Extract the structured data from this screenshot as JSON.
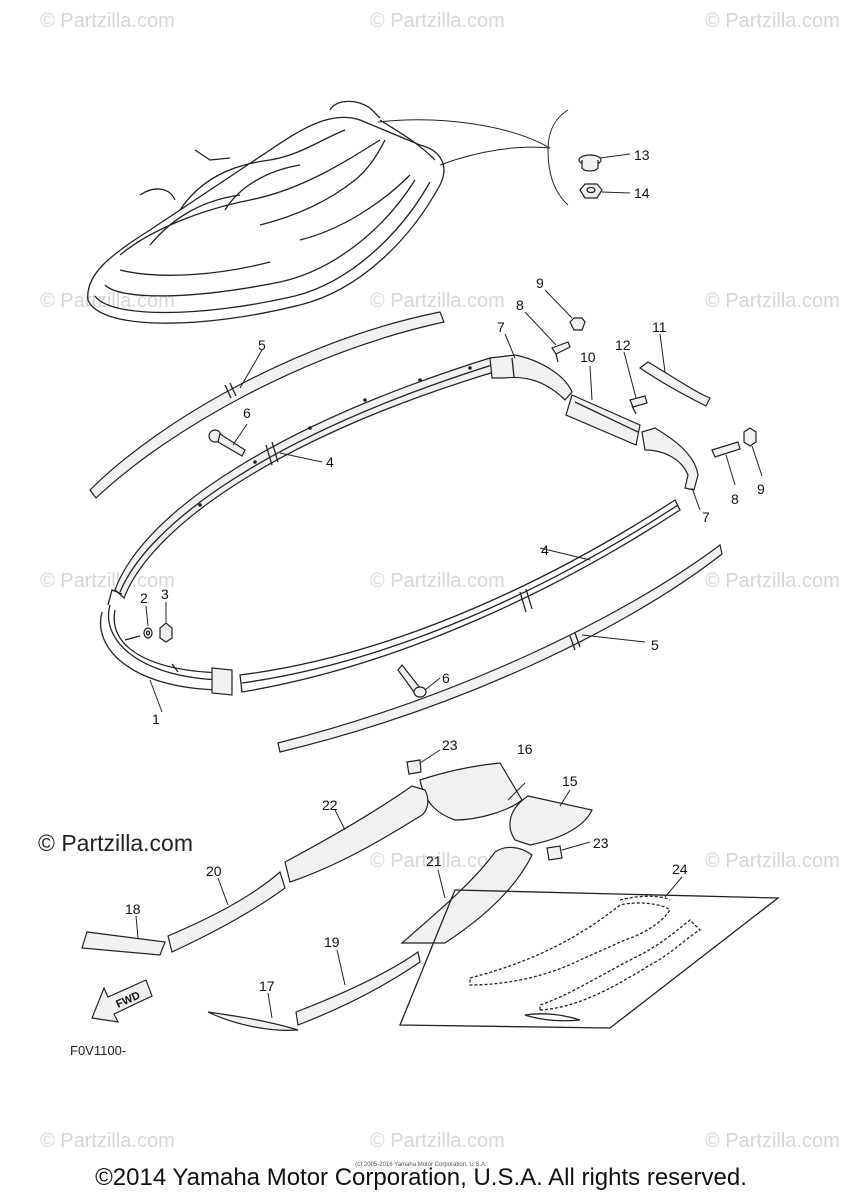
{
  "watermark_text": "© Partzilla.com",
  "brand_text": "© Partzilla.com",
  "diagram_code": "F0V1100-",
  "fwd_label": "FWD",
  "copyright": "©2014 Yamaha Motor Corporation, U.S.A. All rights reserved.",
  "small_copyright": "(c) 2005-2016 Yamaha Motor Corporation, U.S.A.",
  "callouts": [
    {
      "id": "c13",
      "label": "13"
    },
    {
      "id": "c14",
      "label": "14"
    },
    {
      "id": "c9a",
      "label": "9"
    },
    {
      "id": "c8a",
      "label": "8"
    },
    {
      "id": "c7a",
      "label": "7"
    },
    {
      "id": "c11",
      "label": "11"
    },
    {
      "id": "c12",
      "label": "12"
    },
    {
      "id": "c10",
      "label": "10"
    },
    {
      "id": "c5a",
      "label": "5"
    },
    {
      "id": "c6a",
      "label": "6"
    },
    {
      "id": "c4a",
      "label": "4"
    },
    {
      "id": "c8b",
      "label": "8"
    },
    {
      "id": "c9b",
      "label": "9"
    },
    {
      "id": "c7b",
      "label": "7"
    },
    {
      "id": "c4b",
      "label": "4"
    },
    {
      "id": "c2",
      "label": "2"
    },
    {
      "id": "c3",
      "label": "3"
    },
    {
      "id": "c5b",
      "label": "5"
    },
    {
      "id": "c6b",
      "label": "6"
    },
    {
      "id": "c1",
      "label": "1"
    },
    {
      "id": "c23a",
      "label": "23"
    },
    {
      "id": "c16",
      "label": "16"
    },
    {
      "id": "c15",
      "label": "15"
    },
    {
      "id": "c22",
      "label": "22"
    },
    {
      "id": "c23b",
      "label": "23"
    },
    {
      "id": "c21",
      "label": "21"
    },
    {
      "id": "c24",
      "label": "24"
    },
    {
      "id": "c20",
      "label": "20"
    },
    {
      "id": "c18",
      "label": "18"
    },
    {
      "id": "c19",
      "label": "19"
    },
    {
      "id": "c17",
      "label": "17"
    }
  ]
}
